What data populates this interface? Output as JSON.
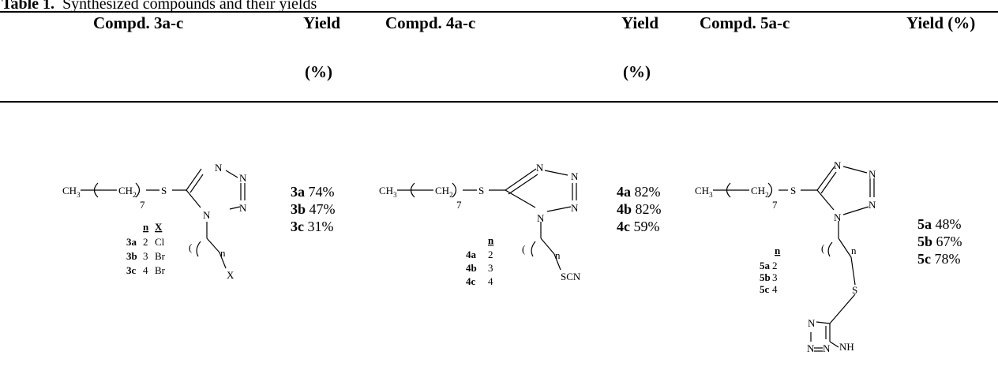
{
  "caption": {
    "prefix": "Table 1.",
    "text": "Synthesized compounds and their yields"
  },
  "headers": {
    "col1": "Compd. 3a-c",
    "col2_line1": "Yield",
    "col2_line2": "(%)",
    "col3": "Compd. 4a-c",
    "col4_line1": "Yield",
    "col4_line2": "(%)",
    "col5": "Compd. 5a-c",
    "col6": "Yield (%)"
  },
  "chem_labels": {
    "ch3": "CH",
    "ch2": "CH",
    "sub3": "3",
    "sub2": "2",
    "seven": "7",
    "s": "S",
    "n_atom": "N",
    "nh": "NH",
    "n_var": "n",
    "x_var": "X",
    "scn": "SCN"
  },
  "group3": {
    "col_n": "n",
    "col_x": "X",
    "rows": [
      {
        "id": "3a",
        "n": "2",
        "x": "Cl"
      },
      {
        "id": "3b",
        "n": "3",
        "x": "Br"
      },
      {
        "id": "3c",
        "n": "4",
        "x": "Br"
      }
    ],
    "yields": [
      {
        "id": "3a",
        "value": "74%"
      },
      {
        "id": "3b",
        "value": "47%"
      },
      {
        "id": "3c",
        "value": "31%"
      }
    ]
  },
  "group4": {
    "col_n": "n",
    "rows": [
      {
        "id": "4a",
        "n": "2"
      },
      {
        "id": "4b",
        "n": "3"
      },
      {
        "id": "4c",
        "n": "4"
      }
    ],
    "yields": [
      {
        "id": "4a",
        "value": "82%"
      },
      {
        "id": "4b",
        "value": "82%"
      },
      {
        "id": "4c",
        "value": "59%"
      }
    ]
  },
  "group5": {
    "col_n": "n",
    "rows": [
      {
        "id": "5a",
        "n": "2"
      },
      {
        "id": "5b",
        "n": "3"
      },
      {
        "id": "5c",
        "n": "4"
      }
    ],
    "yields": [
      {
        "id": "5a",
        "value": "48%"
      },
      {
        "id": "5b",
        "value": "67%"
      },
      {
        "id": "5c",
        "value": "78%"
      }
    ]
  }
}
